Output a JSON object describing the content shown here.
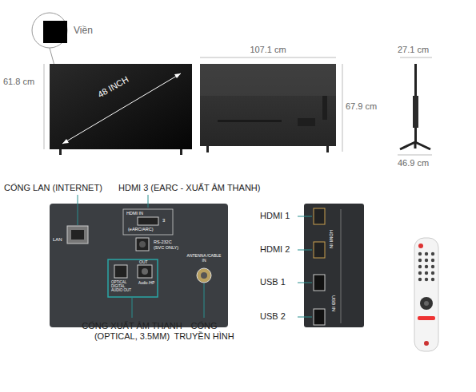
{
  "diagram": {
    "labels": [
      "Viền",
      "48 INCH",
      "61.8 cm",
      "107.1 cm",
      "67.9 cm",
      "27.1 cm",
      "46.9 cm",
      "CỔNG LAN (INTERNET)",
      "HDMI 3 (EARC - XUẤT ÂM THANH)",
      "LAN",
      "HDMI IN",
      "3",
      "(eARC/ARC)",
      "RS-232C",
      "(SVC ONLY)",
      "OPTICAL DIGITAL AUDIO OUT",
      "OUT",
      "Audio /HP",
      "ANTENNA /CABLE IN",
      "CỔNG XUẤT ÂM THANH (OPTICAL, 3.5MM)",
      "CỔNG TRUYỀN HÌNH",
      "HDMI 1",
      "HDMI 2",
      "USB 1",
      "USB 2",
      "HDMI IN",
      "USB IN"
    ]
  }
}
